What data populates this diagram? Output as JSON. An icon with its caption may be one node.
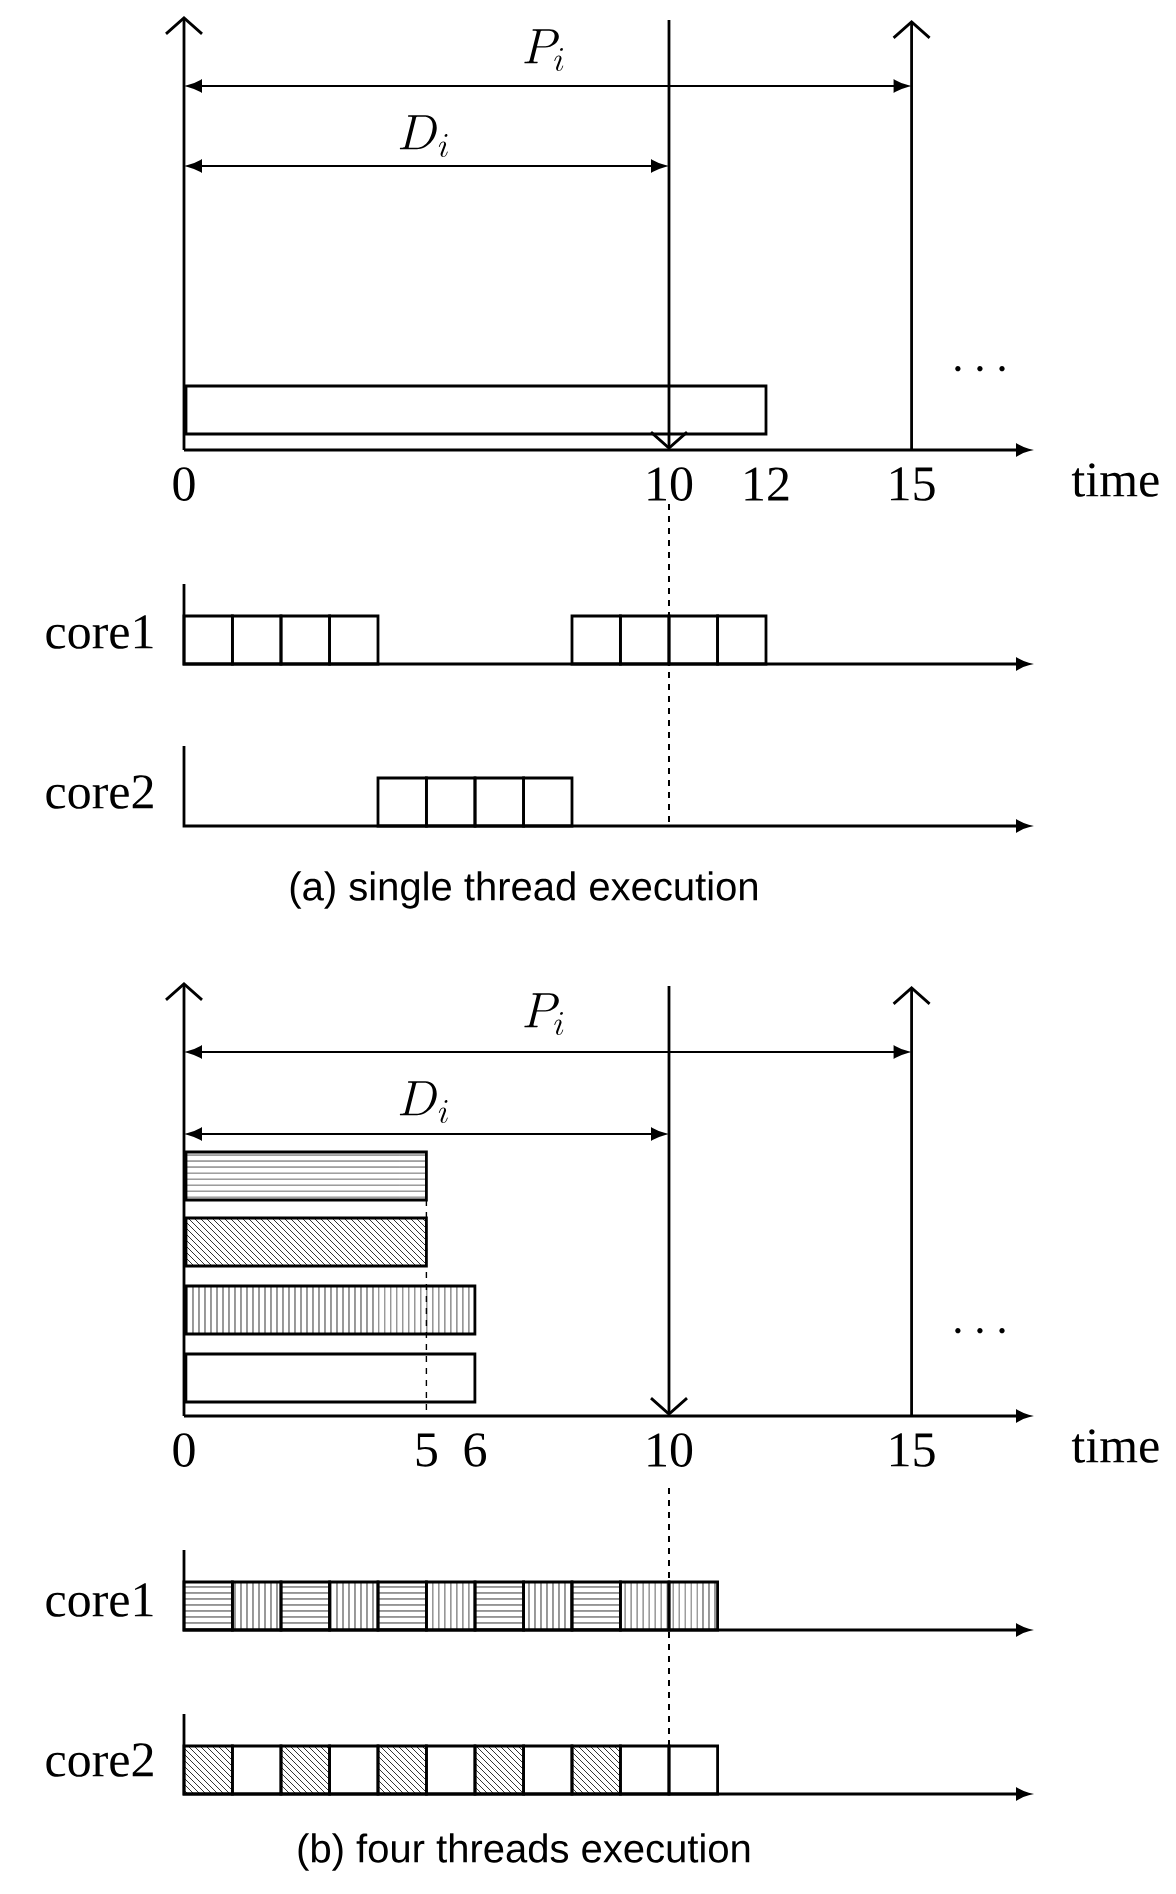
{
  "diagram": {
    "nodes": [
      {
        "text": [],
        "shape": "bar"
      },
      {
        "text": [],
        "shape": "bar"
      },
      {
        "text": [],
        "shape": "bar"
      },
      {
        "text": [],
        "shape": "bar"
      },
      {
        "text": [],
        "shape": "bar"
      }
    ],
    "labels": [
      "P_i",
      "D_i",
      "\\cdots",
      "0",
      "10",
      "12",
      "15",
      "time",
      "core1",
      "core2",
      "(a) single thread execution",
      "P_i",
      "D_i",
      "\\cdots",
      "0",
      "5",
      "6",
      "10",
      "15",
      "time",
      "core1",
      "core2",
      "(b) four threads execution"
    ]
  }
}
